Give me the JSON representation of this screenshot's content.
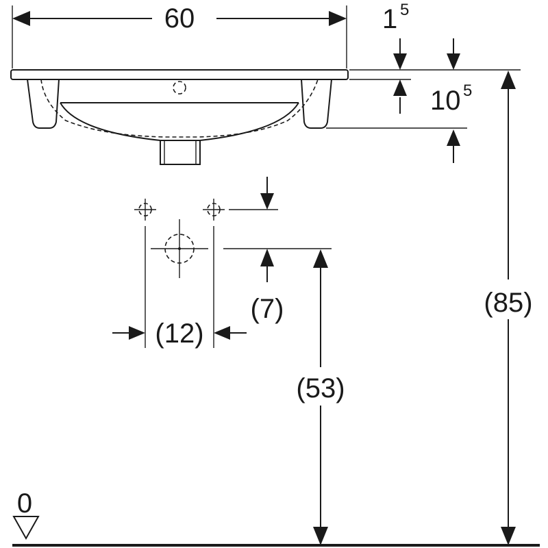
{
  "dimensions": {
    "width": "60",
    "rim_thickness": {
      "base": "1",
      "sup": "5"
    },
    "bowl_depth": {
      "base": "10",
      "sup": "5"
    },
    "total_height": "(85)",
    "drain_height": "(53)",
    "valve_offset": "(7)",
    "valve_spacing": "(12)",
    "floor_level": "0"
  },
  "colors": {
    "line": "#1a1a1a",
    "background": "#ffffff"
  }
}
